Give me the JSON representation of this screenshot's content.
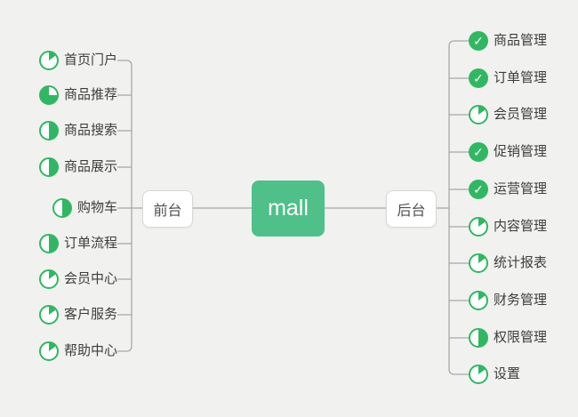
{
  "root": {
    "label": "mall"
  },
  "branches": [
    {
      "label": "前台",
      "side": "left",
      "items": [
        {
          "label": "首页门户",
          "icon": "pie-eighth"
        },
        {
          "label": "商品推荐",
          "icon": "pie-three-quarter"
        },
        {
          "label": "商品搜索",
          "icon": "pie-half"
        },
        {
          "label": "商品展示",
          "icon": "pie-half"
        },
        {
          "label": "购物车",
          "icon": "pie-half"
        },
        {
          "label": "订单流程",
          "icon": "pie-half"
        },
        {
          "label": "会员中心",
          "icon": "pie-eighth"
        },
        {
          "label": "客户服务",
          "icon": "pie-eighth"
        },
        {
          "label": "帮助中心",
          "icon": "pie-eighth"
        }
      ]
    },
    {
      "label": "后台",
      "side": "right",
      "items": [
        {
          "label": "商品管理",
          "icon": "check"
        },
        {
          "label": "订单管理",
          "icon": "check"
        },
        {
          "label": "会员管理",
          "icon": "pie-eighth"
        },
        {
          "label": "促销管理",
          "icon": "check"
        },
        {
          "label": "运营管理",
          "icon": "check"
        },
        {
          "label": "内容管理",
          "icon": "pie-eighth"
        },
        {
          "label": "统计报表",
          "icon": "pie-eighth"
        },
        {
          "label": "财务管理",
          "icon": "pie-eighth"
        },
        {
          "label": "权限管理",
          "icon": "pie-half"
        },
        {
          "label": "设置",
          "icon": "pie-eighth"
        }
      ]
    }
  ],
  "colors": {
    "root_bg": "#4fc08a",
    "icon_green": "#31b763",
    "line": "#a8a8a8",
    "node_border": "#d8d8d8",
    "item_text": "#3d3d3d",
    "branch_text": "#4d4d4d",
    "canvas_bg": "#f1f1ef",
    "root_text": "#ffffff"
  }
}
